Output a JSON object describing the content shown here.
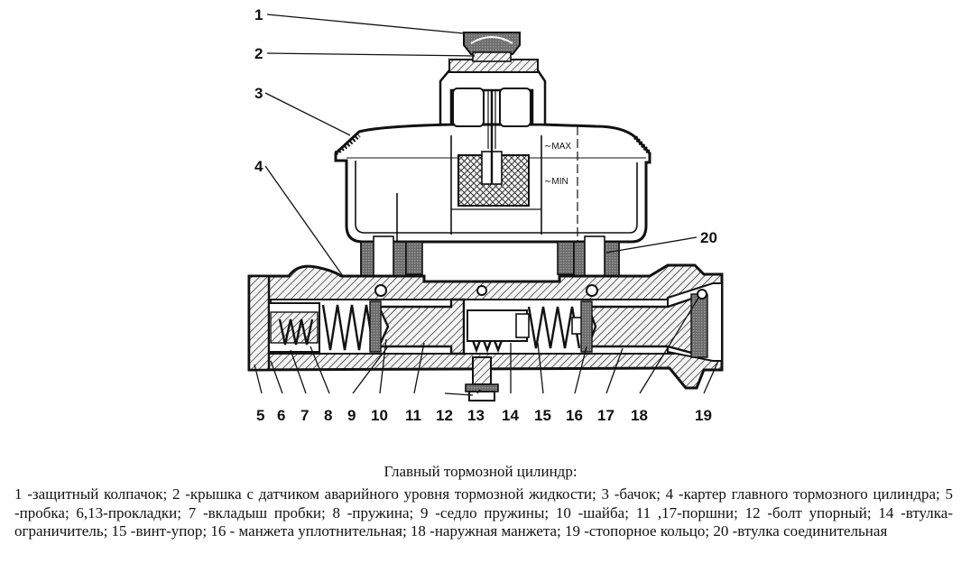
{
  "diagram": {
    "callouts_top": [
      "1",
      "2",
      "3",
      "4"
    ],
    "callout_right": "20",
    "callouts_bottom": [
      "5",
      "6",
      "7",
      "8",
      "9",
      "10",
      "11",
      "12",
      "13",
      "14",
      "15",
      "16",
      "17",
      "18",
      "19"
    ],
    "level_max": "MAX",
    "level_min": "MIN"
  },
  "caption": {
    "title": "Главный тормозной цилиндр:",
    "text": "1 -защитный колпачок; 2 -крышка с датчиком аварийного уровня тормозной жидкости; 3 -бачок; 4 -картер главного тормозного цилиндра; 5 -пробка; 6,13-прокладки; 7 -вкладыш пробки; 8 -пружина; 9 -седло пружины; 10 -шайба; 11 ,17-поршни; 12 -болт упорный; 14 -втулка-ограничитель; 15 -винт-упор; 16 - манжета уплотнительная;     18 -наружная манжета; 19 -стопорное кольцо; 20 -втулка соединительная"
  }
}
